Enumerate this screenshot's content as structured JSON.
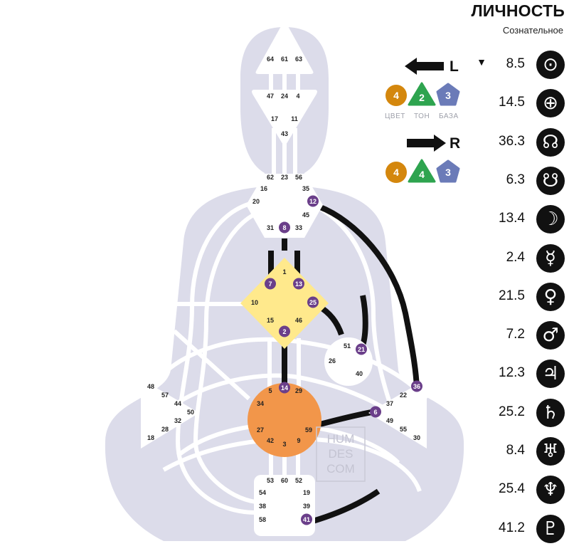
{
  "panel": {
    "title": "ЛИЧНОСТЬ",
    "subtitle": "Сознательное"
  },
  "arrows": {
    "left_label": "L",
    "right_label": "R",
    "left_badges": {
      "color": "4",
      "tone": "2",
      "base": "3"
    },
    "right_badges": {
      "color": "4",
      "tone": "4",
      "base": "3"
    },
    "captions": {
      "color": "ЦВЕТ",
      "tone": "ТОН",
      "base": "БАЗА"
    }
  },
  "planets": [
    {
      "id": "sun",
      "value": "8.5",
      "glyph": "⊙",
      "marker": "▼"
    },
    {
      "id": "earth",
      "value": "14.5",
      "glyph": "⊕"
    },
    {
      "id": "north-node",
      "value": "36.3",
      "glyph": "☊"
    },
    {
      "id": "south-node",
      "value": "6.3",
      "glyph": "☋"
    },
    {
      "id": "moon",
      "value": "13.4",
      "glyph": "☽"
    },
    {
      "id": "mercury",
      "value": "2.4",
      "glyph": "☿"
    },
    {
      "id": "venus",
      "value": "21.5",
      "glyph": "♀"
    },
    {
      "id": "mars",
      "value": "7.2",
      "glyph": "♂"
    },
    {
      "id": "jupiter",
      "value": "12.3",
      "glyph": "♃"
    },
    {
      "id": "saturn",
      "value": "25.2",
      "glyph": "♄"
    },
    {
      "id": "uranus",
      "value": "8.4",
      "glyph": "♅"
    },
    {
      "id": "neptune",
      "value": "25.4",
      "glyph": "♆"
    },
    {
      "id": "pluto",
      "value": "41.2",
      "glyph": "♇"
    }
  ],
  "watermark": [
    "HUM",
    "DES",
    "COM"
  ],
  "colors": {
    "body": "#dcdcea",
    "center_white": "#ffffff",
    "g_center": "#ffe98c",
    "sacral": "#f2964a",
    "activated_gate": "#6b3f8a",
    "channel_active": "#111111",
    "badge_color": "#d4870d",
    "badge_tone": "#2ea44f",
    "badge_base": "#6b7bb8"
  },
  "centers": [
    {
      "id": "head",
      "gates": [
        "64",
        "61",
        "63"
      ],
      "active": []
    },
    {
      "id": "ajna",
      "gates": [
        "47",
        "24",
        "4",
        "17",
        "11",
        "43"
      ],
      "active": []
    },
    {
      "id": "throat",
      "gates": [
        "62",
        "23",
        "56",
        "16",
        "35",
        "20",
        "12",
        "45",
        "31",
        "8",
        "33"
      ],
      "active": [
        "12",
        "8"
      ]
    },
    {
      "id": "g",
      "gates": [
        "1",
        "7",
        "13",
        "10",
        "25",
        "15",
        "46",
        "2"
      ],
      "active": [
        "7",
        "13",
        "25",
        "2"
      ]
    },
    {
      "id": "ego",
      "gates": [
        "51",
        "21",
        "26",
        "40"
      ],
      "active": [
        "21"
      ]
    },
    {
      "id": "spleen",
      "gates": [
        "48",
        "57",
        "44",
        "50",
        "32",
        "28",
        "18"
      ],
      "active": []
    },
    {
      "id": "solar-plexus",
      "gates": [
        "36",
        "22",
        "37",
        "6",
        "49",
        "55",
        "30"
      ],
      "active": [
        "36",
        "6"
      ]
    },
    {
      "id": "sacral",
      "gates": [
        "5",
        "14",
        "29",
        "34",
        "27",
        "59",
        "42",
        "3",
        "9"
      ],
      "active": [
        "14"
      ]
    },
    {
      "id": "root",
      "gates": [
        "53",
        "60",
        "52",
        "54",
        "19",
        "38",
        "39",
        "58",
        "41"
      ],
      "active": [
        "41"
      ]
    }
  ]
}
